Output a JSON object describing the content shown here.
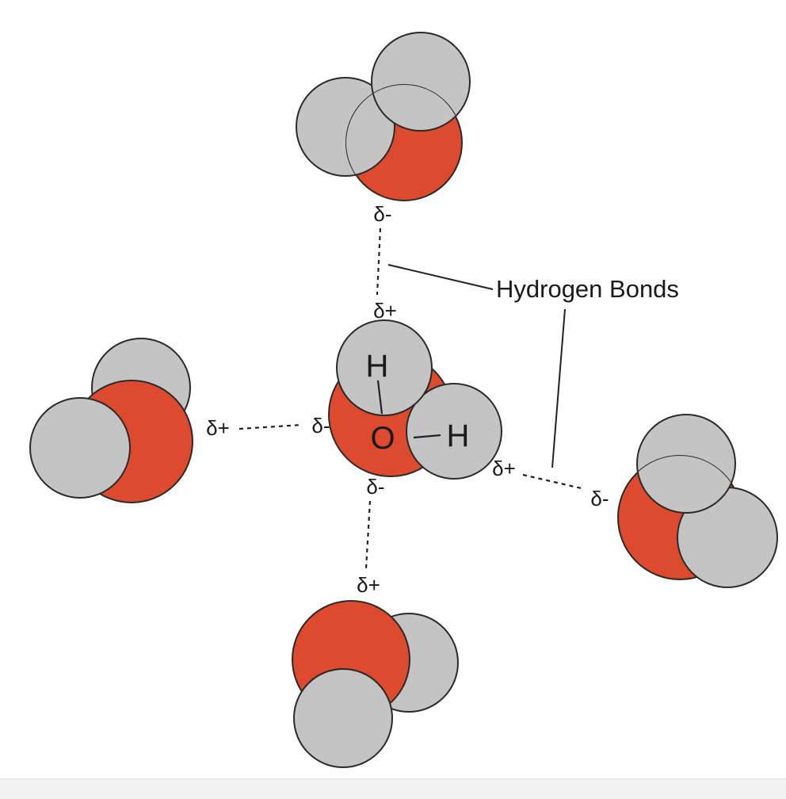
{
  "colors": {
    "oxygen": "#dd4a2e",
    "hydrogen": "#c4c4c4",
    "outline": "#2a2a2a",
    "background": "#ffffff"
  },
  "annotation": "Hydrogen Bonds",
  "central_molecule": {
    "oxygen_symbol": "O",
    "hydrogen_symbol_top": "H",
    "hydrogen_symbol_right": "H"
  },
  "charges": {
    "top_molecule": "δ-",
    "center_top": "δ+",
    "left_molecule": "δ+",
    "center_left": "δ-",
    "center_right": "δ+",
    "right_molecule": "δ-",
    "center_bottom": "δ-",
    "bottom_molecule": "δ+"
  }
}
